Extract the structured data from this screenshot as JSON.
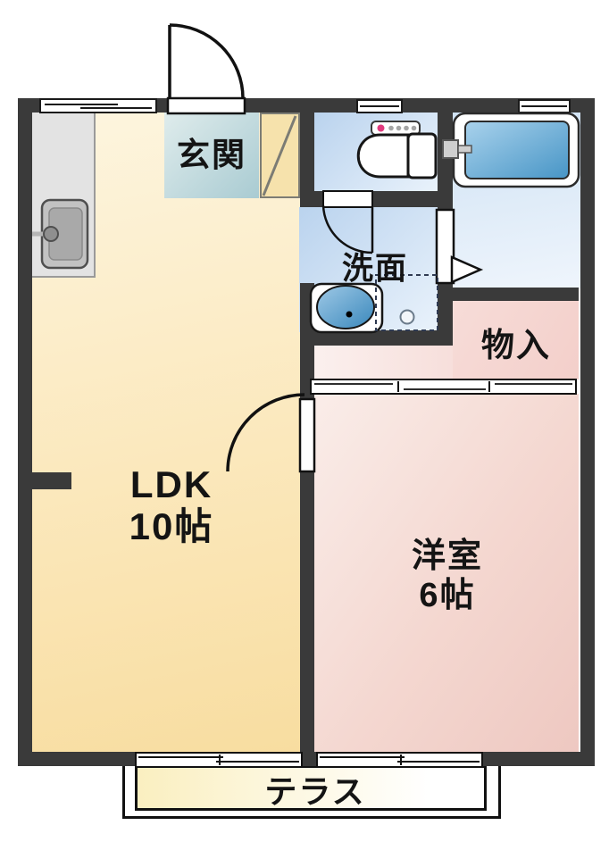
{
  "rooms": {
    "ldk": {
      "label": "LDK",
      "area": "10帖"
    },
    "western_room": {
      "label": "洋室",
      "area": "6帖"
    },
    "entrance": {
      "label": "玄関"
    },
    "washroom": {
      "label": "洗面"
    },
    "storage": {
      "label": "物入"
    },
    "terrace": {
      "label": "テラス"
    }
  },
  "fixtures": {
    "kitchen_sink": "kitchen-sink-icon",
    "toilet": "toilet-icon",
    "bathtub": "bathtub-icon",
    "washbasin": "washbasin-icon",
    "washer_pan": "washing-machine-space-icon",
    "shoe_cabinet": "shoe-cabinet-icon",
    "doors": [
      "entrance-swing-door",
      "toilet-swing-door",
      "ldk-swing-door",
      "bathroom-door",
      "closet-sliding-door",
      "terrace-sliding-windows"
    ]
  },
  "colors": {
    "wall": "#3A3A3A",
    "ldk_floor": "#F8DDA0",
    "ldk_floor_light": "#FDF5DF",
    "western_floor": "#EEC8C1",
    "western_floor_light": "#FAEDE9",
    "storage_floor": "#F3CFCA",
    "storage_floor_light": "#FBF0EE",
    "entrance_floor": "#A9CBD2",
    "entrance_floor_light": "#DFECEC",
    "wet_floor": "#BAD3EE",
    "wet_floor_light": "#E9F2FB",
    "bath_floor": "#CFE2F4",
    "bath_floor_light": "#EFF5FC",
    "tub": "#4795C6",
    "tub_light": "#A9D2EC",
    "terrace_floor": "#FAEFC0",
    "shoe_cabinet": "#F6E2AC",
    "accent_dot": "#E23A7E"
  }
}
